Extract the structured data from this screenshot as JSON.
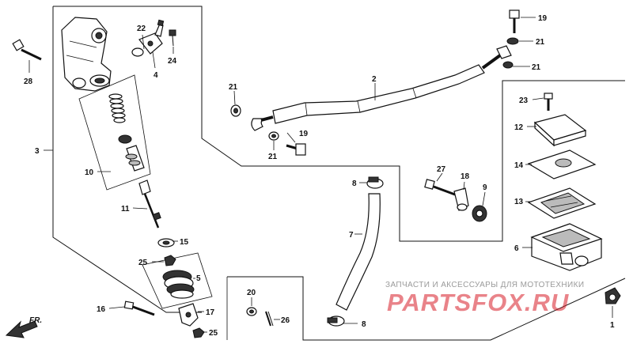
{
  "diagram": {
    "callouts": [
      "1",
      "2",
      "3",
      "4",
      "5",
      "6",
      "7",
      "8",
      "8",
      "9",
      "10",
      "11",
      "12",
      "13",
      "14",
      "15",
      "16",
      "17",
      "18",
      "19",
      "19",
      "20",
      "21",
      "21",
      "21",
      "21",
      "22",
      "23",
      "24",
      "25",
      "25",
      "26",
      "27",
      "28"
    ],
    "direction_label": "FR.",
    "watermark": {
      "caption": "ЗАПЧАСТИ И АКСЕССУАРЫ ДЛЯ МОТОТЕХНИКИ",
      "logo": "PARTSFOX.RU"
    }
  }
}
